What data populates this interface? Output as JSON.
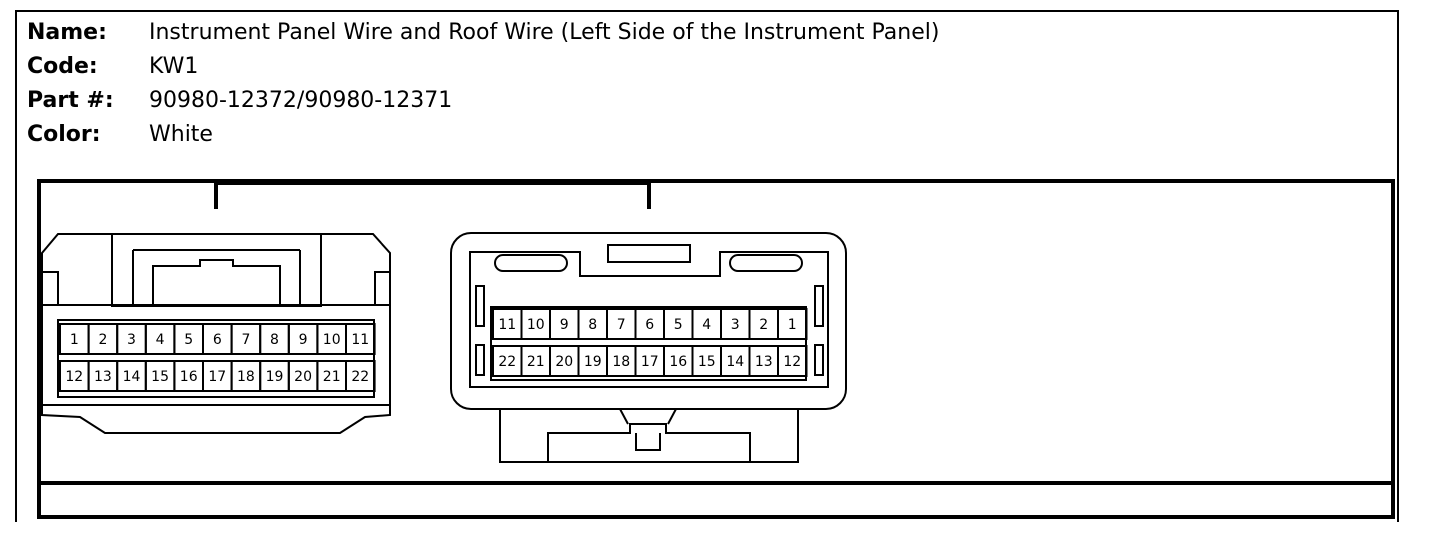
{
  "info": {
    "name_label": "Name:",
    "name_value": "Instrument Panel Wire and Roof Wire (Left Side of the Instrument Panel)",
    "code_label": "Code:",
    "code_value": "KW1",
    "part_label": "Part #:",
    "part_value": "90980-12372/90980-12371",
    "color_label": "Color:",
    "color_value": "White"
  },
  "left_connector": {
    "top_row": [
      "1",
      "2",
      "3",
      "4",
      "5",
      "6",
      "7",
      "8",
      "9",
      "10",
      "11"
    ],
    "bottom_row": [
      "12",
      "13",
      "14",
      "15",
      "16",
      "17",
      "18",
      "19",
      "20",
      "21",
      "22"
    ]
  },
  "right_connector": {
    "top_row": [
      "11",
      "10",
      "9",
      "8",
      "7",
      "6",
      "5",
      "4",
      "3",
      "2",
      "1"
    ],
    "bottom_row": [
      "22",
      "21",
      "20",
      "19",
      "18",
      "17",
      "16",
      "15",
      "14",
      "13",
      "12"
    ]
  }
}
